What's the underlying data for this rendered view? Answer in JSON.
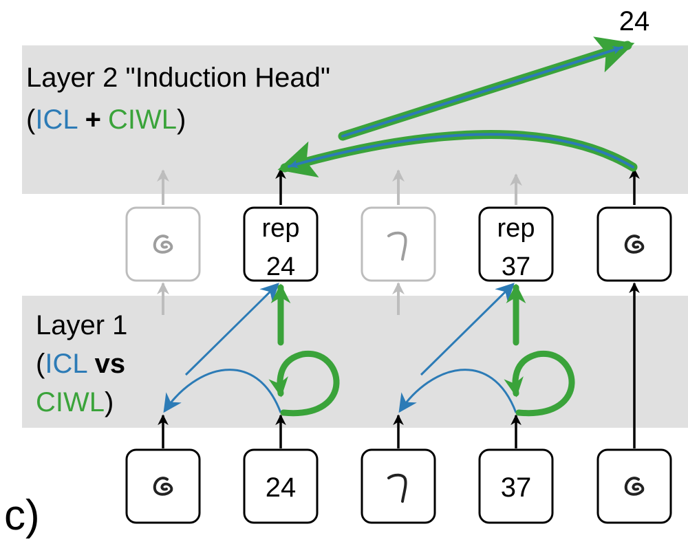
{
  "panel_label": "c)",
  "output_token": "24",
  "layer2": {
    "title": "Layer 2 \"Induction Head\"",
    "paren_open": "(",
    "icl": "ICL",
    "plus": "+",
    "ciwl": "CIWL",
    "paren_close": ")"
  },
  "layer1": {
    "title": "Layer 1",
    "paren_open": "(",
    "icl": "ICL",
    "vs": "vs",
    "ciwl": "CIWL",
    "paren_close": ")"
  },
  "middle_tokens": [
    {
      "kind": "glyph",
      "glyph": "spiral-handwritten-glyph",
      "faded": true
    },
    {
      "kind": "text",
      "line1": "rep",
      "line2": "24",
      "faded": false
    },
    {
      "kind": "glyph",
      "glyph": "seven-handwritten-glyph",
      "faded": true
    },
    {
      "kind": "text",
      "line1": "rep",
      "line2": "37",
      "faded": false
    },
    {
      "kind": "glyph",
      "glyph": "spiral-handwritten-glyph",
      "faded": false
    }
  ],
  "bottom_tokens": [
    {
      "kind": "glyph",
      "glyph": "spiral-handwritten-glyph"
    },
    {
      "kind": "text",
      "label": "24"
    },
    {
      "kind": "glyph",
      "glyph": "seven-handwritten-glyph"
    },
    {
      "kind": "text",
      "label": "37"
    },
    {
      "kind": "glyph",
      "glyph": "spiral-handwritten-glyph"
    }
  ],
  "colors": {
    "icl": "#2c7bb6",
    "ciwl": "#3aa33a",
    "band": "#e0e0e0",
    "faded": "#bdbdbd",
    "ink": "#000000"
  }
}
